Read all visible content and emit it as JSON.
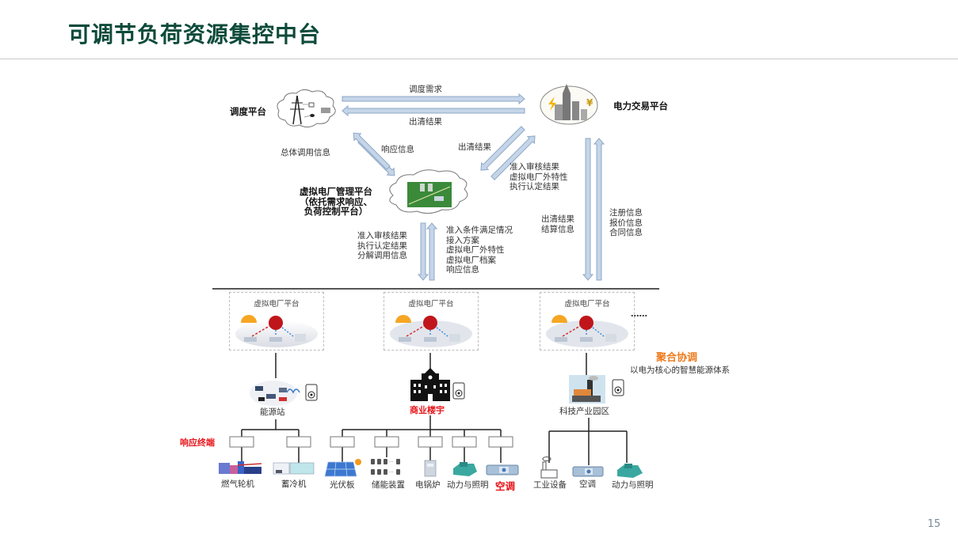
{
  "header": {
    "title": "可调节负荷资源集控中台",
    "page_number": "15"
  },
  "top": {
    "dispatch_platform": "调度平台",
    "trading_platform": "电力交易平台",
    "vpp_management": [
      "虚拟电厂管理平台",
      "（依托需求响应、",
      "负荷控制平台）"
    ],
    "arrows": {
      "dispatch_demand": "调度需求",
      "clearing_result_top": "出清结果",
      "overall_call_info": "总体调用信息",
      "response_info": "响应信息",
      "clearing_result_diag": "出清结果",
      "diag_right_lines": [
        "准入审核结果",
        "虚拟电厂外特性",
        "执行认定结果"
      ],
      "center_down_lines": [
        "准入审核结果",
        "执行认定结果",
        "分解调用信息"
      ],
      "center_up_lines": [
        "准入条件满足情况",
        "接入方案",
        "虚拟电厂外特性",
        "虚拟电厂档案",
        "响应信息"
      ],
      "right_down_lines": [
        "出清结果",
        "结算信息"
      ],
      "right_up_lines": [
        "注册信息",
        "报价信息",
        "合同信息"
      ]
    }
  },
  "vpp_platforms": [
    {
      "label": "虚拟电厂平台"
    },
    {
      "label": "虚拟电厂平台"
    },
    {
      "label": "虚拟电厂平台"
    }
  ],
  "ellipsis": "……",
  "aggregation": {
    "title": "聚合协调",
    "subtitle": "以电为核心的智慧能源体系"
  },
  "response_terminal_label": "响应终端",
  "sites": [
    {
      "name": "能源站",
      "devices": [
        "燃气轮机",
        "蓄冷机"
      ]
    },
    {
      "name": "商业楼宇",
      "devices": [
        "光伏板",
        "储能装置",
        "电锅炉",
        "动力与照明",
        "空调"
      ]
    },
    {
      "name": "科技产业园区",
      "devices": [
        "工业设备",
        "空调",
        "动力与照明"
      ]
    }
  ],
  "colors": {
    "title_green": "#0d4a3a",
    "arrow_fill": "#c5d5e8",
    "arrow_stroke": "#8fa8c8",
    "highlight_red": "#e8151b",
    "highlight_orange": "#ee7a1b"
  }
}
